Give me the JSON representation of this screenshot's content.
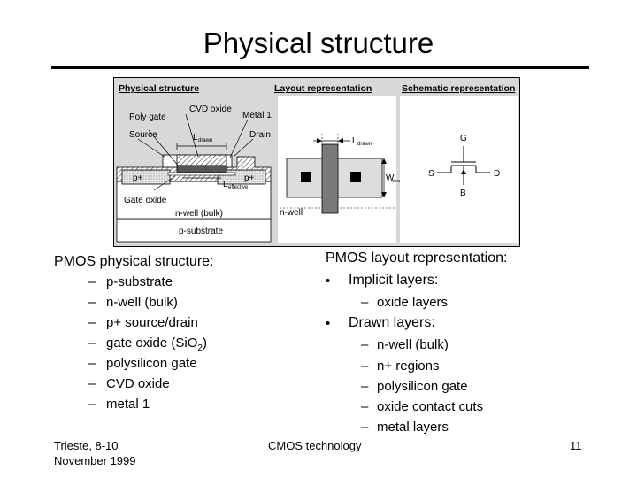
{
  "slide": {
    "title": "Physical structure",
    "footer_left_1": "Trieste, 8-10",
    "footer_left_2": "November 1999",
    "footer_center": "CMOS technology",
    "page_number": "11"
  },
  "figure": {
    "header_physical": "Physical structure",
    "header_layout": "Layout representation",
    "header_schematic": "Schematic representation",
    "labels": {
      "cvd_oxide": "CVD oxide",
      "poly_gate": "Poly gate",
      "metal1": "Metal 1",
      "source": "Source",
      "drain": "Drain",
      "l_drawn": "L",
      "l_drawn_sub": "drawn",
      "p_plus_left": "p+",
      "p_plus_right": "p+",
      "l_effective": "L",
      "l_effective_sub": "effective",
      "gate_oxide": "Gate oxide",
      "nwell_bulk": "n-well (bulk)",
      "psubstrate": "p-substrate",
      "layout_l_drawn": "L",
      "layout_l_drawn_sub": "drawn",
      "w_drawn": "W",
      "w_drawn_sub": "drawn",
      "layout_nwell": "n-well",
      "g": "G",
      "s": "S",
      "d": "D",
      "b": "B"
    }
  },
  "left": {
    "heading": "PMOS physical structure:",
    "items": [
      "p-substrate",
      "n-well (bulk)",
      "p+ source/drain",
      "gate oxide (SiO",
      "polysilicon gate",
      "CVD oxide",
      "metal 1"
    ],
    "gate_oxide_sub": "2",
    "gate_oxide_close": ")"
  },
  "right": {
    "heading": "PMOS layout representation:",
    "bullet1": "Implicit layers:",
    "bullet1_items": [
      "oxide layers"
    ],
    "bullet2": "Drawn layers:",
    "bullet2_items": [
      "n-well (bulk)",
      "n+ regions",
      "polysilicon gate",
      "oxide contact cuts",
      "metal layers"
    ]
  },
  "symbols": {
    "dash": "–",
    "bullet": "•"
  }
}
